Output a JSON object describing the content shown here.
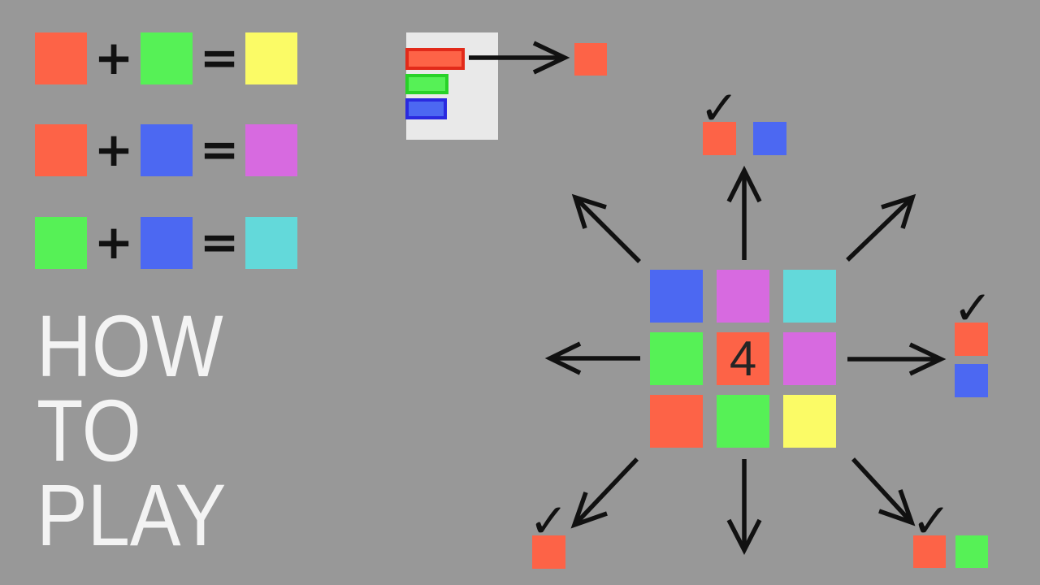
{
  "background_color": "#989898",
  "colors": {
    "red": "#fd6347",
    "green": "#56f156",
    "blue": "#4c68f2",
    "yellow": "#fbfb66",
    "magenta": "#d76ae0",
    "cyan": "#63d9da",
    "panel": "#e9e9e9",
    "ink": "#111111",
    "title_text": "#f3f3f3",
    "number_text": "#252525",
    "red_border": "#e22a1a",
    "green_border": "#28d228",
    "blue_border": "#2a2ae0"
  },
  "title": {
    "line1": "HOW",
    "line2": "TO",
    "line3": "PLAY"
  },
  "operators": {
    "plus": "+",
    "equals": "="
  },
  "recipes": [
    {
      "left": "red",
      "right": "green",
      "result": "yellow"
    },
    {
      "left": "red",
      "right": "blue",
      "result": "magenta"
    },
    {
      "left": "green",
      "right": "blue",
      "result": "cyan"
    }
  ],
  "mix_panel": {
    "bars": [
      {
        "color": "red",
        "border": "red_border",
        "width": 73
      },
      {
        "color": "green",
        "border": "green_border",
        "width": 53
      },
      {
        "color": "blue",
        "border": "blue_border",
        "width": 51
      }
    ],
    "output_color": "red"
  },
  "board": {
    "center_value": "4",
    "rows": [
      [
        "blue",
        "magenta",
        "cyan"
      ],
      [
        "green",
        "red",
        "magenta"
      ],
      [
        "red",
        "green",
        "yellow"
      ]
    ]
  },
  "outcomes": {
    "top": {
      "squares": [
        "red",
        "blue"
      ],
      "checkmark": "✓"
    },
    "right": {
      "squares": [
        "red",
        "blue"
      ],
      "checkmark": "✓"
    },
    "bottom_left": {
      "squares": [
        "red"
      ],
      "checkmark": "✓"
    },
    "bottom_right": {
      "squares": [
        "red",
        "green"
      ],
      "checkmark": "✓"
    }
  },
  "icons": {
    "checkmark": "✓",
    "arrow_directions": [
      "up",
      "up-right",
      "right",
      "down-right",
      "down",
      "down-left",
      "left",
      "up-left",
      "mix-output"
    ]
  }
}
